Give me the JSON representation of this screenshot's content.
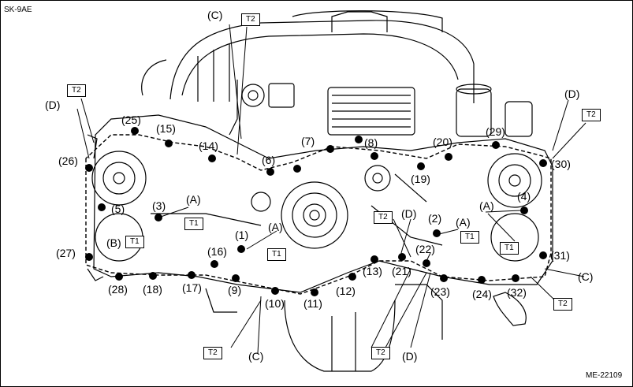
{
  "figure_code": "SK-9AE",
  "reference_code": "ME-22109",
  "labels": {
    "c_top": "(C)",
    "d_left": "(D)",
    "d_right": "(D)",
    "b": "(B)",
    "a_3": "(A)",
    "a_1": "(A)",
    "a_2": "(A)",
    "a_4": "(A)",
    "c_right": "(C)",
    "c_bottom": "(C)",
    "d_mid": "(D)",
    "d_bottom": "(D)",
    "b1": "(1)",
    "b2": "(2)",
    "b3": "(3)",
    "b4": "(4)",
    "b5": "(5)",
    "b6": "(6)",
    "b7": "(7)",
    "b8": "(8)",
    "b9": "(9)",
    "b10": "(10)",
    "b11": "(11)",
    "b12": "(12)",
    "b13": "(13)",
    "b14": "(14)",
    "b15": "(15)",
    "b16": "(16)",
    "b17": "(17)",
    "b18": "(18)",
    "b19": "(19)",
    "b20": "(20)",
    "b21": "(21)",
    "b22": "(22)",
    "b23": "(23)",
    "b24": "(24)",
    "b25": "(25)",
    "b26": "(26)",
    "b27": "(27)",
    "b28": "(28)",
    "b29": "(29)",
    "b30": "(30)",
    "b31": "(31)",
    "b32": "(32)"
  },
  "tags": {
    "t2_top": "T2",
    "t2_left": "T2",
    "t2_right": "T2",
    "t2_mid": "T2",
    "t2_bottom_left": "T2",
    "t2_bottom_mid": "T2",
    "t2_bottom_right": "T2",
    "t1_b": "T1",
    "t1_3": "T1",
    "t1_1": "T1",
    "t1_2": "T1",
    "t1_4": "T1"
  }
}
